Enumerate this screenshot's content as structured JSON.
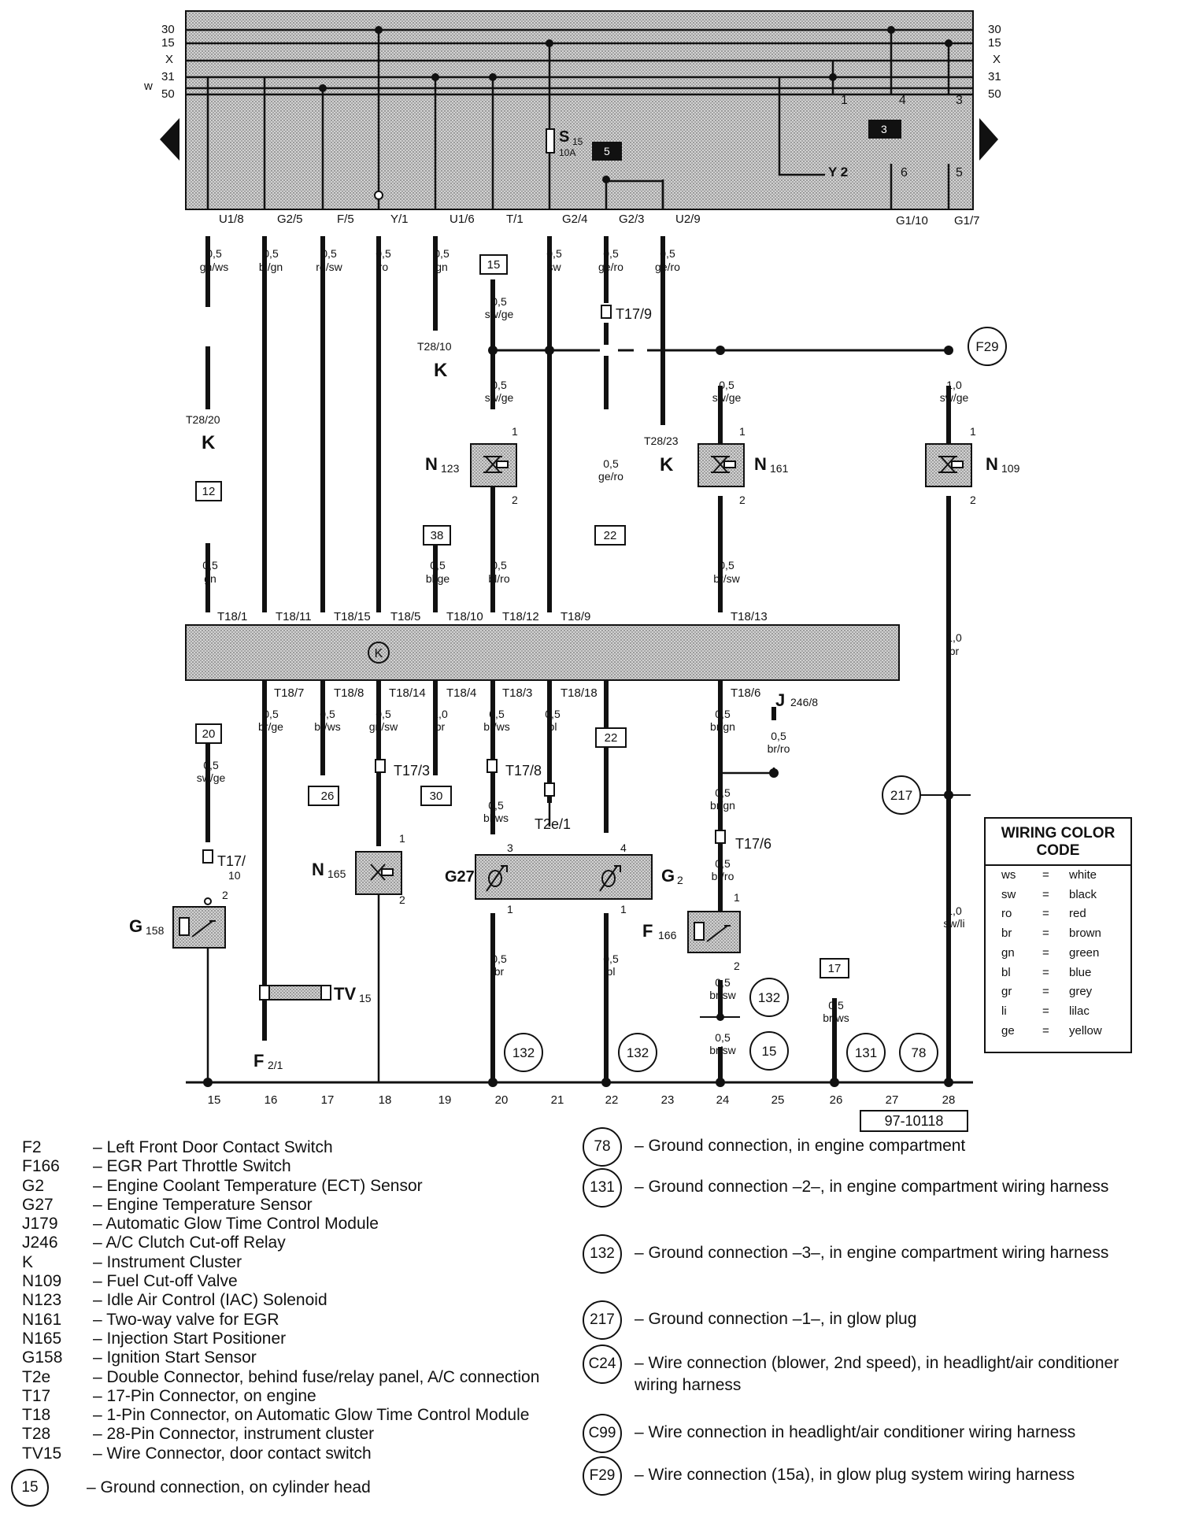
{
  "figure_id": "97-10118",
  "bus": {
    "left_labels": [
      "30",
      "15",
      "X",
      "31",
      "50"
    ],
    "right_labels": [
      "30",
      "15",
      "X",
      "31",
      "50"
    ],
    "w_label": "w"
  },
  "fuse": {
    "name": "S",
    "number": "15",
    "rating": "10A",
    "box": "5"
  },
  "relay_box": "3",
  "right_terminals": [
    "1",
    "4",
    "3",
    "Y 2",
    "6",
    "5"
  ],
  "connectors_top": [
    "U1/8",
    "G2/5",
    "F/5",
    "Y/1",
    "U1/6",
    "T/1",
    "G2/4",
    "G2/3",
    "U2/9",
    "G1/10",
    "G1/7"
  ],
  "wires_top": [
    {
      "size": "0,5",
      "color": "gn/ws"
    },
    {
      "size": "0,5",
      "color": "bl/gn"
    },
    {
      "size": "0,5",
      "color": "ro/sw"
    },
    {
      "size": "0,5",
      "color": "ro"
    },
    {
      "size": "0,5",
      "color": "gn"
    },
    {
      "size": "0,5",
      "color": "sw"
    },
    {
      "size": "0,5",
      "color": "ge/ro"
    },
    {
      "size": "0,5",
      "color": "ge/ro"
    }
  ],
  "ref_boxes": {
    "b15": "15",
    "b12": "12",
    "b38": "38",
    "b22a": "22",
    "b20": "20",
    "b26": "26",
    "b30": "30",
    "b22b": "22",
    "b17": "17"
  },
  "labels": {
    "t28_10": "T28/10",
    "t28_20": "T28/20",
    "t28_23": "T28/23",
    "k": "K",
    "t17_9": "T17/9",
    "f29": "F29",
    "n123": "N",
    "n123_sub": "123",
    "n161": "N",
    "n161_sub": "161",
    "n109": "N",
    "n109_sub": "109",
    "pin1": "1",
    "pin2": "2",
    "pin3": "3",
    "pin4": "4",
    "w_sw_ge_a": "sw/ge",
    "w_sw_ge_b": "sw/ge",
    "w_sw_ge_c": "sw/ge",
    "w_sw_ge_d": "sw/ge",
    "w_ge_ro": "ge/ro",
    "w_gn": "gn",
    "w_bl_ge": "bl/ge",
    "w_bl_ro": "bl/ro",
    "w_br_sw": "br/sw",
    "s05": "0,5",
    "s10": "1,0",
    "module_symbol": "K",
    "t18_top": [
      "T18/1",
      "T18/11",
      "T18/15",
      "T18/5",
      "T18/10",
      "T18/12",
      "T18/9",
      "T18/13"
    ],
    "t18_bottom": [
      "T18/7",
      "T18/8",
      "T18/14",
      "T18/4",
      "T18/3",
      "T18/18",
      "T18/6"
    ],
    "j246": "J",
    "j246_sub": "246/8",
    "w_br": "br",
    "w_br_ge": "br/ge",
    "w_br_ws": "br/ws",
    "w_gn_sw": "gn/sw",
    "w_bl": "bl",
    "w_br_gn": "br/gn",
    "w_br_ro": "br/ro",
    "w_bl_ws": "bl/ws",
    "w_sw_li": "sw/li",
    "t17_3": "T17/3",
    "t17_8": "T17/8",
    "t17_6": "T17/6",
    "t17_10a": "T17/",
    "t17_10b": "10",
    "t2e_1": "T2e/1",
    "n165": "N",
    "n165_sub": "165",
    "g27": "G27",
    "g2": "G",
    "g2_sub": "2",
    "g158": "G",
    "g158_sub": "158",
    "f166": "F",
    "f166_sub": "166",
    "tv15": "TV",
    "tv15_sub": "15",
    "f2_1": "F",
    "f2_1_sub": "2/1",
    "g217": "217",
    "g132a": "132",
    "g132b": "132",
    "g132c": "132",
    "g15": "15",
    "g131": "131",
    "g78": "78"
  },
  "bottom_numbers": [
    "15",
    "16",
    "17",
    "18",
    "19",
    "20",
    "21",
    "22",
    "23",
    "24",
    "25",
    "26",
    "27",
    "28"
  ],
  "color_code": {
    "title": "WIRING COLOR CODE",
    "rows": [
      {
        "code": "ws",
        "eq": "=",
        "name": "white"
      },
      {
        "code": "sw",
        "eq": "=",
        "name": "black"
      },
      {
        "code": "ro",
        "eq": "=",
        "name": "red"
      },
      {
        "code": "br",
        "eq": "=",
        "name": "brown"
      },
      {
        "code": "gn",
        "eq": "=",
        "name": "green"
      },
      {
        "code": "bl",
        "eq": "=",
        "name": "blue"
      },
      {
        "code": "gr",
        "eq": "=",
        "name": "grey"
      },
      {
        "code": "li",
        "eq": "=",
        "name": "lilac"
      },
      {
        "code": "ge",
        "eq": "=",
        "name": "yellow"
      }
    ]
  },
  "legend": [
    {
      "code": "F2",
      "desc": "– Left Front Door Contact Switch"
    },
    {
      "code": "F166",
      "desc": "– EGR Part Throttle Switch"
    },
    {
      "code": "G2",
      "desc": "– Engine Coolant Temperature (ECT) Sensor"
    },
    {
      "code": "G27",
      "desc": "– Engine Temperature Sensor"
    },
    {
      "code": "J179",
      "desc": "– Automatic Glow Time Control Module"
    },
    {
      "code": "J246",
      "desc": "– A/C Clutch Cut-off Relay"
    },
    {
      "code": "K",
      "desc": "– Instrument Cluster"
    },
    {
      "code": "N109",
      "desc": "– Fuel Cut-off Valve"
    },
    {
      "code": "N123",
      "desc": "– Idle Air Control (IAC) Solenoid"
    },
    {
      "code": "N161",
      "desc": "– Two-way valve for EGR"
    },
    {
      "code": "N165",
      "desc": "– Injection Start Positioner"
    },
    {
      "code": "G158",
      "desc": "– Ignition Start Sensor"
    },
    {
      "code": "T2e",
      "desc": "– Double Connector, behind fuse/relay panel, A/C connection"
    },
    {
      "code": "T17",
      "desc": "– 17-Pin Connector, on engine"
    },
    {
      "code": "T18",
      "desc": "– 1-Pin Connector, on Automatic Glow Time Control Module"
    },
    {
      "code": "T28",
      "desc": "– 28-Pin Connector, instrument cluster"
    },
    {
      "code": "TV15",
      "desc": "– Wire Connector, door contact switch"
    }
  ],
  "ground_15": {
    "num": "15",
    "desc": "– Ground connection, on cylinder head"
  },
  "ground_legend": [
    {
      "num": "78",
      "desc": "– Ground connection, in engine compartment"
    },
    {
      "num": "131",
      "desc": "– Ground connection –2–, in engine compartment wiring harness"
    },
    {
      "num": "132",
      "desc": "– Ground connection –3–, in engine compartment wiring harness"
    },
    {
      "num": "217",
      "desc": "– Ground connection –1–, in glow plug"
    },
    {
      "num": "C24",
      "desc": "– Wire connection (blower, 2nd speed), in headlight/air conditioner wiring harness"
    },
    {
      "num": "C99",
      "desc": "– Wire connection in headlight/air conditioner wiring harness"
    },
    {
      "num": "F29",
      "desc": "– Wire connection (15a), in glow plug system wiring harness"
    }
  ]
}
